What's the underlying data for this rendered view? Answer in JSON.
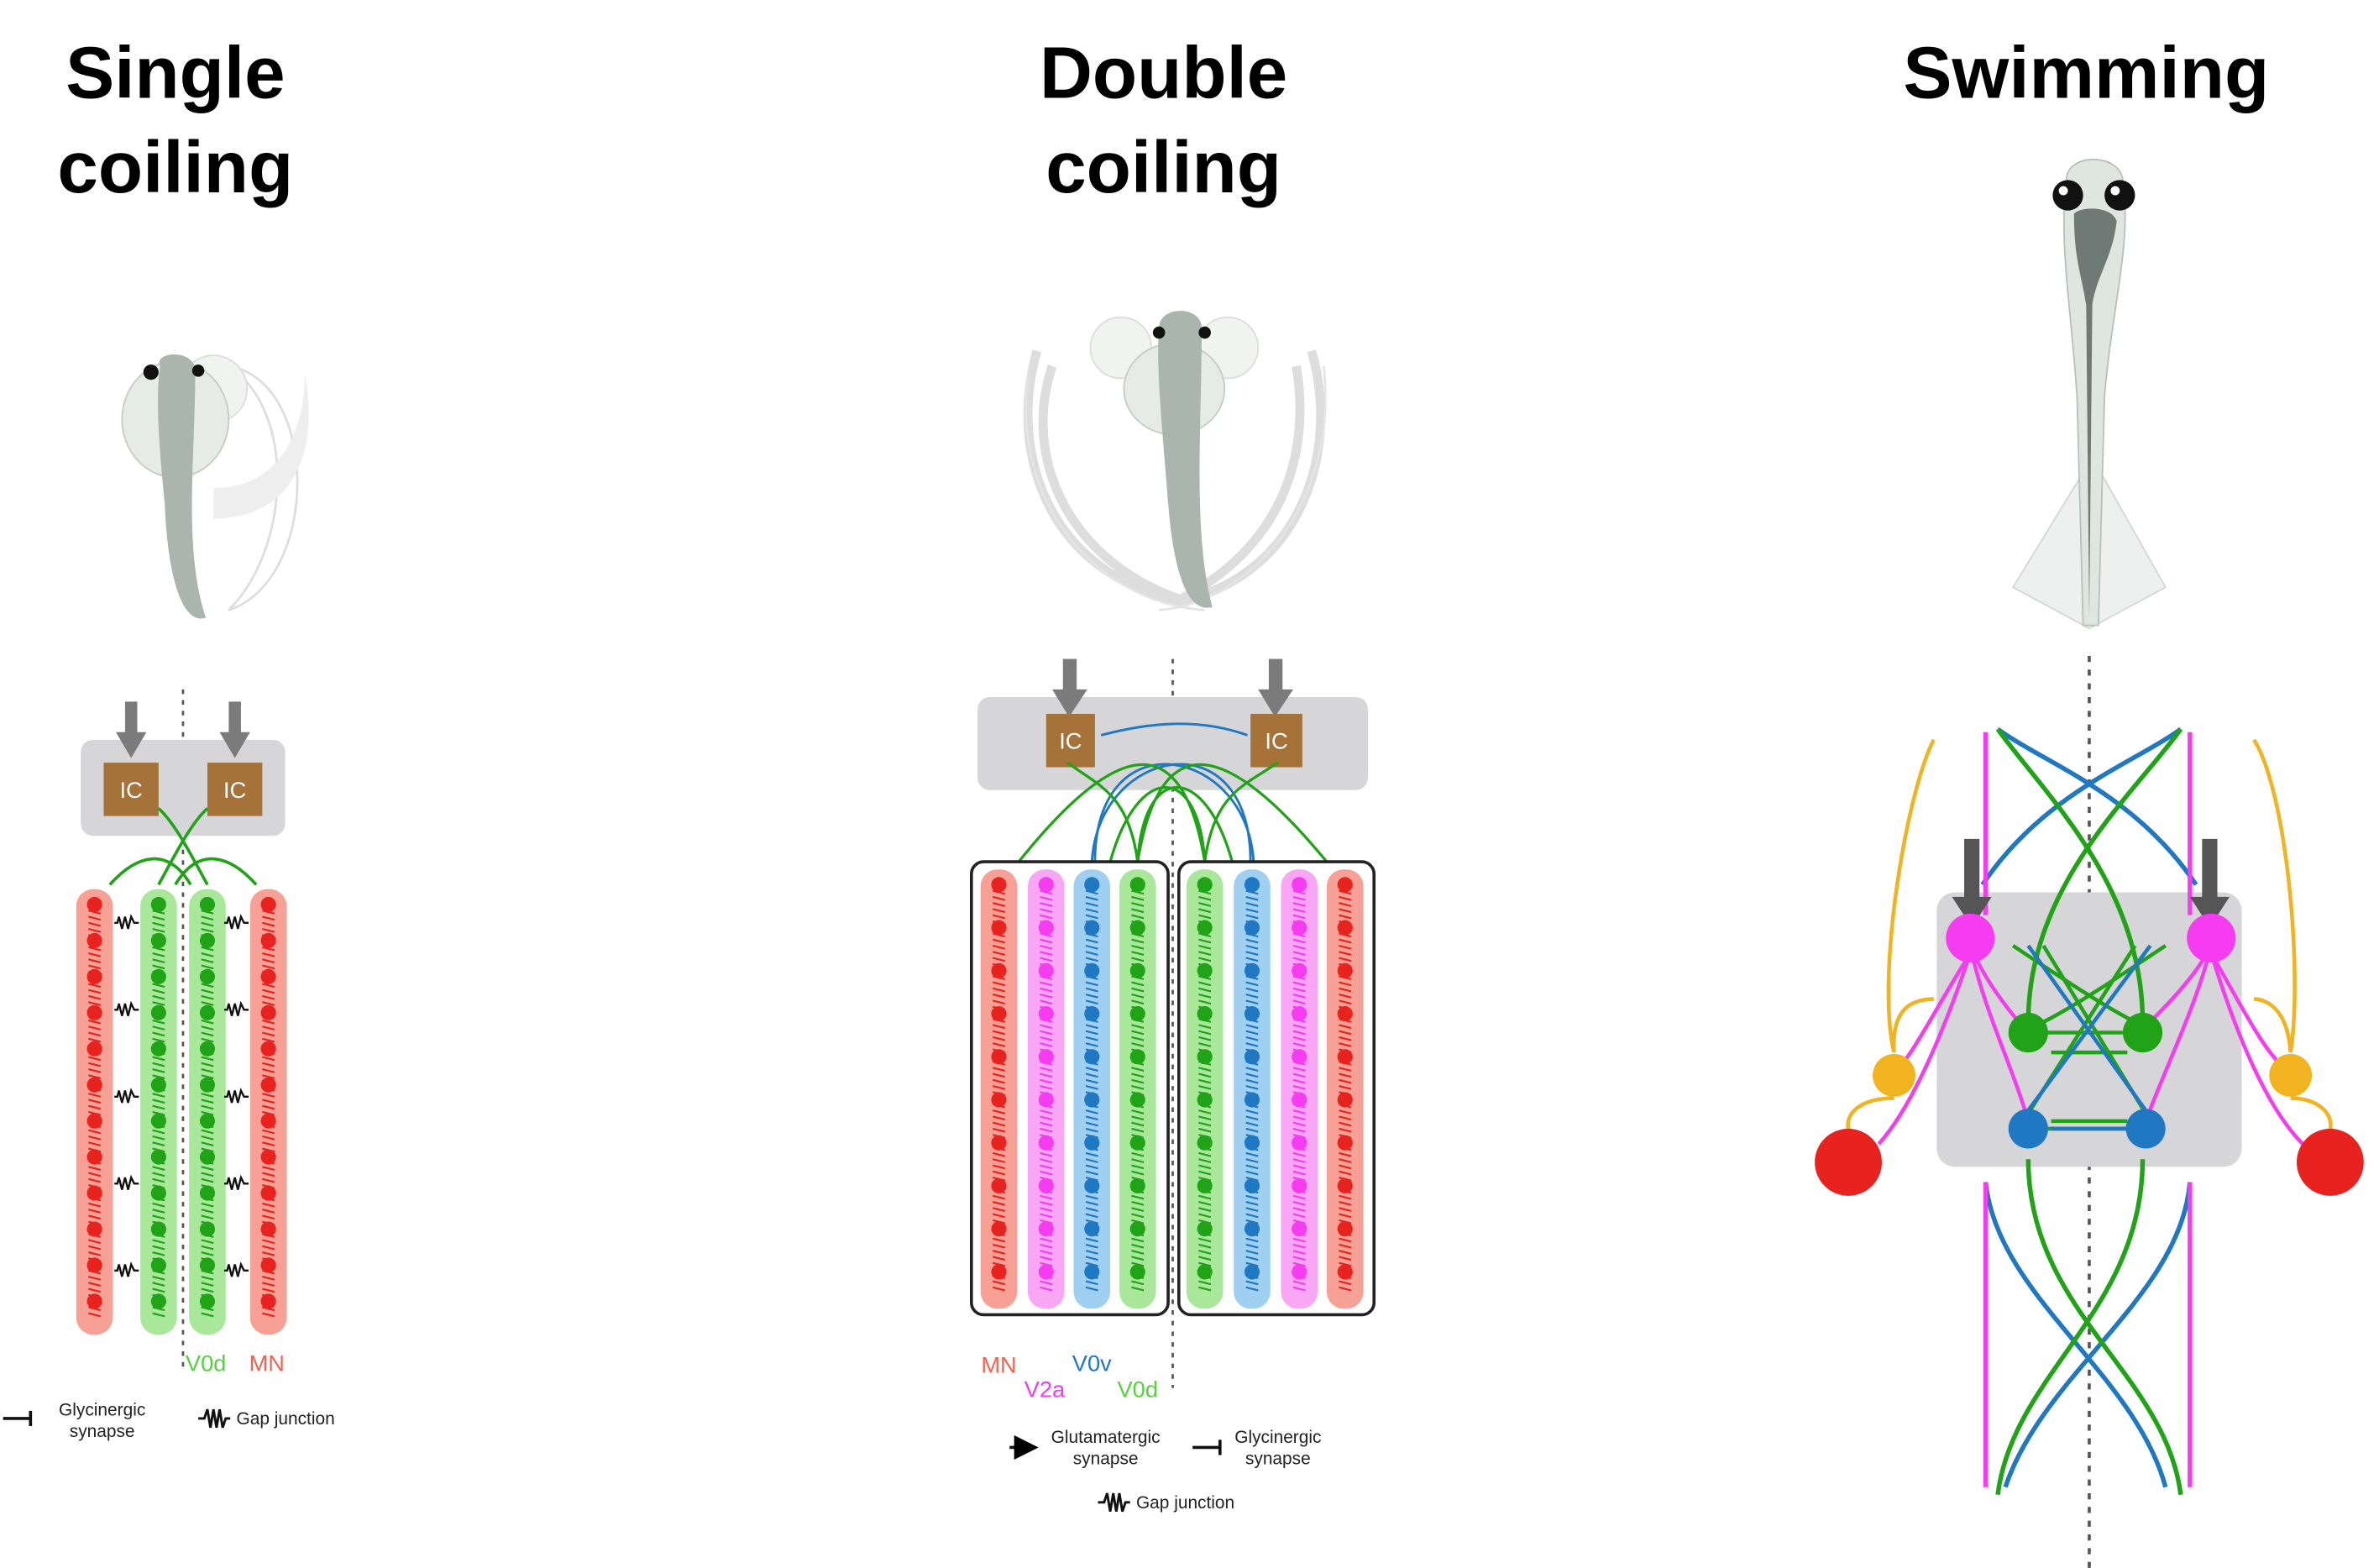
{
  "panels": [
    {
      "title_lines": [
        "Single",
        "coiling"
      ],
      "ic_label": "IC",
      "cell_labels": {
        "v0d": "V0d",
        "mn": "MN"
      },
      "legend": {
        "glycinergic": [
          "Glycinergic",
          "synapse"
        ],
        "gap": "Gap junction"
      }
    },
    {
      "title_lines": [
        "Double",
        "coiling"
      ],
      "ic_label": "IC",
      "cell_labels": {
        "mn": "MN",
        "v0v": "V0v",
        "v2a": "V2a",
        "v0d": "V0d"
      },
      "legend": {
        "glutamatergic": [
          "Glutamatergic",
          "synapse"
        ],
        "glycinergic": [
          "Glycinergic",
          "synapse"
        ],
        "gap": "Gap junction"
      }
    },
    {
      "title_lines": [
        "Swimming"
      ]
    }
  ],
  "colors": {
    "mn": "#e8231f",
    "mn_bg": "#f7a095",
    "v2a": "#f53cf0",
    "v2a_bg": "#f9a6f5",
    "v0v": "#1f78c1",
    "v0v_bg": "#9fd0f2",
    "v0d": "#21a317",
    "v0d_bg": "#a9e89a",
    "yellow": "#f2b320",
    "ic": "#a5733a",
    "grey_box": "#d6d6d8",
    "arrow_grey": "#7b7b7b",
    "mn_text": "#f26450",
    "v0d_text": "#55d23c"
  }
}
